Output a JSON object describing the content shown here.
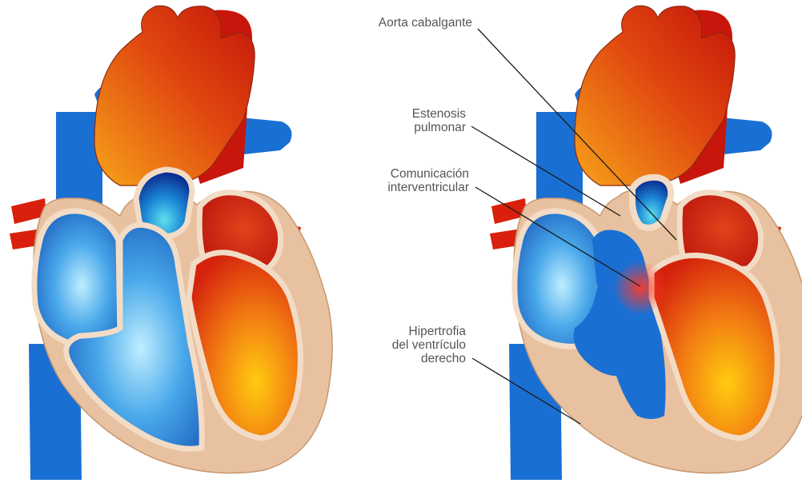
{
  "labels": {
    "aorta": [
      "Aorta cabalgante"
    ],
    "pulmonar": [
      "Estenosis",
      "pulmonar"
    ],
    "civ": [
      "Comunicación",
      "interventricular"
    ],
    "hipertrofia": [
      "Hipertrofia",
      "del ventrículo",
      "derecho"
    ]
  },
  "colors": {
    "oxygenated": "#d8200c",
    "deoxygenated": "#1a6fd3",
    "muscle": "#e8c1a0",
    "septum_border": "#f3dcc6",
    "leader_line": "#1a1a1a",
    "label_text": "#555555"
  }
}
